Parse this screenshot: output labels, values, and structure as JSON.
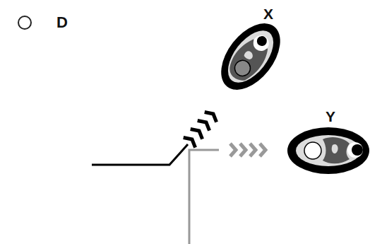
{
  "diagram": {
    "nodes": [
      {
        "text": [
          "X"
        ]
      },
      {
        "text": [
          "Y"
        ]
      }
    ],
    "labels": [
      "D"
    ]
  }
}
